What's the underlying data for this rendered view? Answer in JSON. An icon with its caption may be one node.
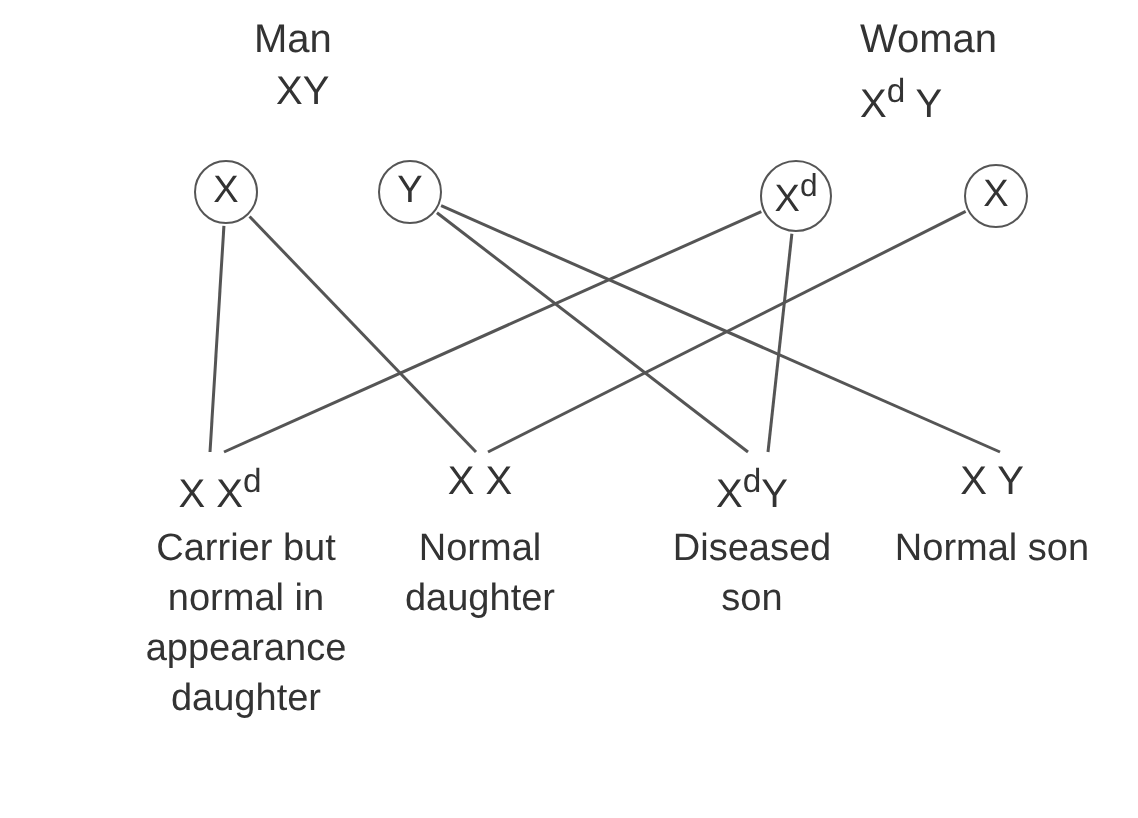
{
  "diagram": {
    "nodes": [
      {
        "text": [
          "X"
        ]
      },
      {
        "text": [
          "Y"
        ]
      },
      {
        "text": [
          "X$^{d}$"
        ]
      },
      {
        "text": [
          "X"
        ]
      },
      {
        "text": [
          "X X$^{d}$"
        ],
        "beside": [
          "Carrier but normal in appearance daughter"
        ]
      },
      {
        "text": [
          "X X"
        ],
        "beside": [
          "Normal daughter"
        ]
      },
      {
        "text": [
          "X$^{d}$Y"
        ],
        "beside": [
          "Diseased son"
        ]
      },
      {
        "text": [
          "X Y"
        ],
        "beside": [
          "Normal son"
        ]
      }
    ],
    "edges": [
      {
        "from": 0,
        "to": 4,
        "arrow": "none"
      },
      {
        "from": 2,
        "to": 4,
        "arrow": "none"
      },
      {
        "from": 0,
        "to": 5,
        "arrow": "none"
      },
      {
        "from": 3,
        "to": 5,
        "arrow": "none"
      },
      {
        "from": 1,
        "to": 6,
        "arrow": "none"
      },
      {
        "from": 2,
        "to": 6,
        "arrow": "none"
      },
      {
        "from": 1,
        "to": 7,
        "arrow": "none"
      }
    ],
    "labels": [
      "Man",
      "XY",
      "Woman",
      "X$^{d}$ Y"
    ]
  }
}
